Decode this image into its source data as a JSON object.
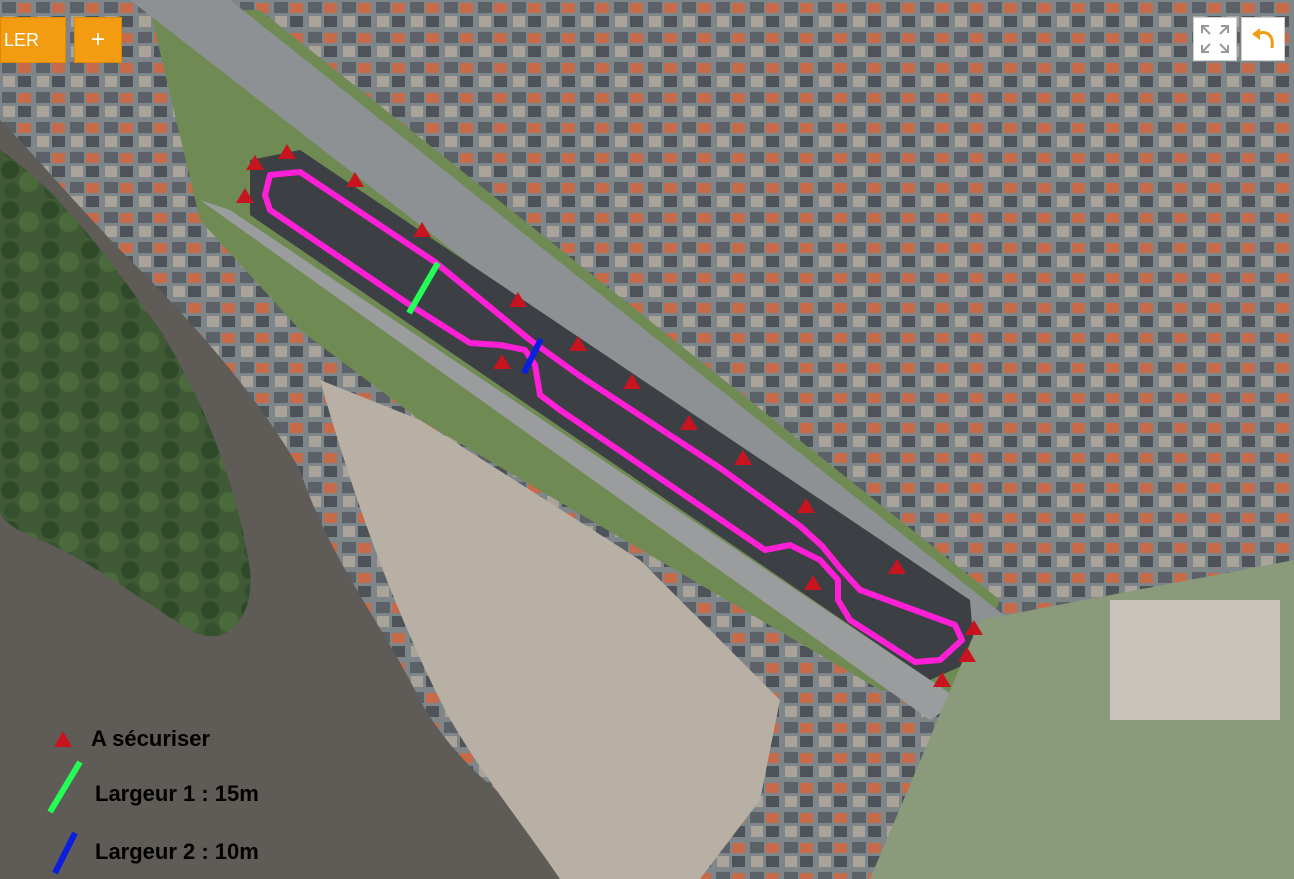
{
  "toolbar": {
    "left_button_label": "LER",
    "add_button_label": "+"
  },
  "map_controls": {
    "fullscreen_icon": "fullscreen-icon",
    "undo_icon": "undo-icon"
  },
  "legend": {
    "secure_label": "A sécuriser",
    "width1_label": "Largeur 1 : 15m",
    "width2_label": "Largeur 2 : 10m"
  },
  "colors": {
    "route": "#ff1fd6",
    "hazard_marker": "#c8141e",
    "width1_marker": "#22ff55",
    "width2_marker": "#0a1fe0",
    "accent_button": "#f39c12"
  }
}
